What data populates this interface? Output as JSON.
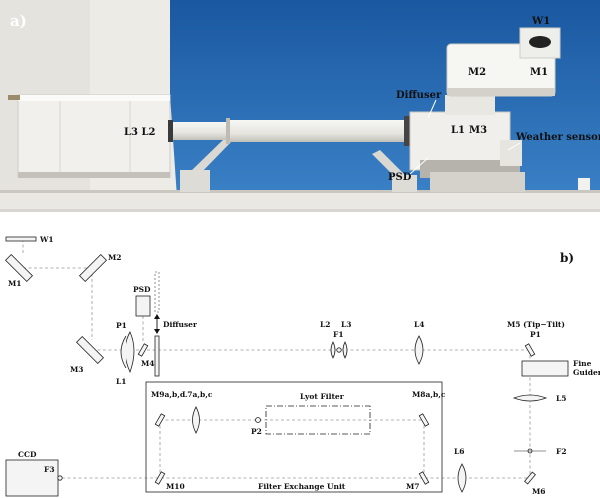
{
  "photo": {
    "panel_tag": "a)",
    "labels": {
      "w1": "W1",
      "m2": "M2",
      "m1": "M1",
      "diffuser": "Diffuser",
      "l3l2": "L3 L2",
      "l1": "L1",
      "m3": "M3",
      "weather": "Weather sensors",
      "psd": "PSD"
    },
    "colors": {
      "sky": "#1c5fa8",
      "sky_light": "#3f86cc",
      "equipment": "#eeeeea",
      "wall": "#ecebe6",
      "shadow": "#b9b7b0"
    }
  },
  "schematic": {
    "panel_tag": "b)",
    "labels": {
      "w1": "W1",
      "m1": "M1",
      "m2": "M2",
      "psd": "PSD",
      "diffuser": "Diffuser",
      "p1_left": "P1",
      "m4": "M4",
      "m3": "M3",
      "l1": "L1",
      "l2": "L2",
      "l3": "L3",
      "f1": "F1",
      "l4": "L4",
      "m5": "M5 (Tip−Tilt)",
      "p1_right": "P1",
      "fine_guider_1": "Fine",
      "fine_guider_2": "Guider",
      "m9": "M9a,b,c",
      "l7": "L7a,b,c",
      "lyot": "Lyot Filter",
      "m8": "M8a,b,c",
      "p2": "P2",
      "l5": "L5",
      "f2": "F2",
      "ccd": "CCD",
      "f3": "F3",
      "m10": "M10",
      "unit": "Filter Exchange Unit",
      "m7": "M7",
      "l6": "L6",
      "m6": "M6"
    }
  }
}
